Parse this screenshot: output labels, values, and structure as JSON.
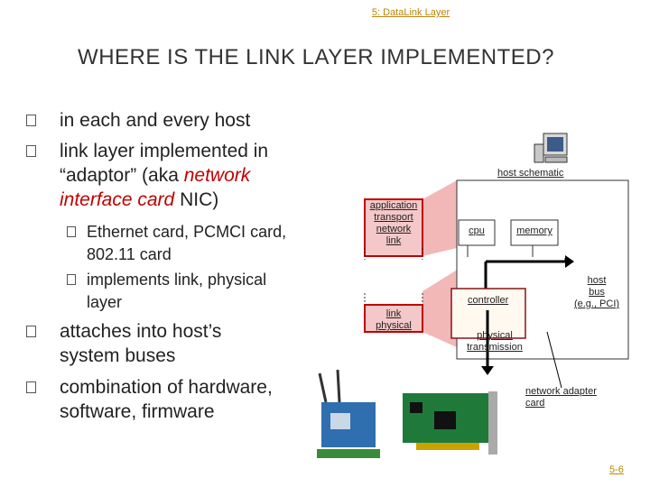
{
  "slide": {
    "header": "5: DataLink Layer",
    "title": "WHERE IS THE LINK LAYER IMPLEMENTED?",
    "bullets": [
      {
        "text": "in each and every host"
      },
      {
        "line1": "link layer implemented in",
        "line2": "“adaptor” (aka ",
        "emph1": "network",
        "emph2": "interface card",
        "tail": " NIC)"
      },
      {
        "text1": "attaches into host’s",
        "text2": "system buses"
      },
      {
        "text1": "combination of hardware,",
        "text2": "software, firmware"
      }
    ],
    "subbullets": [
      {
        "text1": "Ethernet card, PCMCI card,",
        "text2": "802.11 card"
      },
      {
        "text1": "implements link, physical",
        "text2": "layer"
      }
    ],
    "footer": "5-6"
  },
  "diagram": {
    "stack_top": [
      "application",
      "transport",
      "network",
      "link"
    ],
    "stack_bottom": [
      "link",
      "physical"
    ],
    "host_schematic_label": "host schematic",
    "cpu_label": "cpu",
    "memory_label": "memory",
    "controller_label": "controller",
    "physical_transmission_line1": "physical",
    "physical_transmission_line2": "transmission",
    "host_bus_line1": "host",
    "host_bus_line2": "bus",
    "host_bus_line3": "(e.g., PCI)",
    "nic_line1": "network adapter",
    "nic_line2": "card",
    "colors": {
      "accent_red": "#c00000",
      "pink": "#f2b8b8",
      "header_gold": "#b8860b"
    }
  }
}
